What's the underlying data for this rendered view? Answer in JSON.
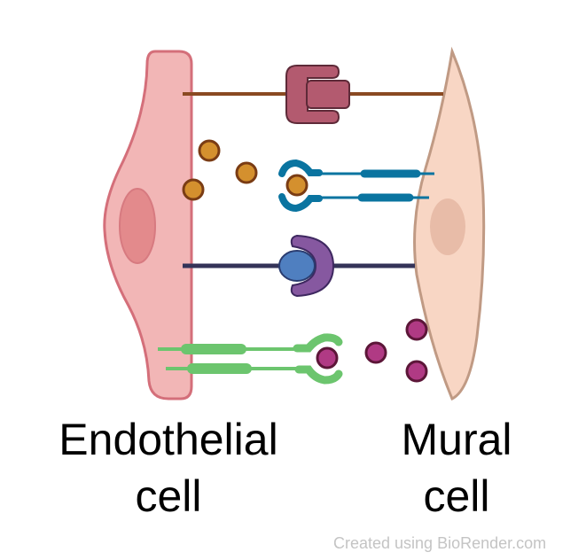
{
  "labels": {
    "endothelial_line1": "Endothelial",
    "endothelial_line2": "cell",
    "mural_line1": "Mural",
    "mural_line2": "cell"
  },
  "watermark": "Created using BioRender.com",
  "colors": {
    "endothelial_fill": "#f2b6b6",
    "endothelial_stroke": "#d46f7a",
    "mural_fill": "#f8d6c4",
    "mural_stroke": "#c09a84",
    "brown_tether": "#8a4a22",
    "pink_receptor": "#b35a6f",
    "blue_receptor": "#0a74a0",
    "orange_ligand": "#d4902e",
    "navy_tether": "#343358",
    "purple_receptor": "#8658a0",
    "blue_ligand": "#4f7fc0",
    "green_receptor": "#6cc56e",
    "magenta_ligand": "#b03a84"
  }
}
